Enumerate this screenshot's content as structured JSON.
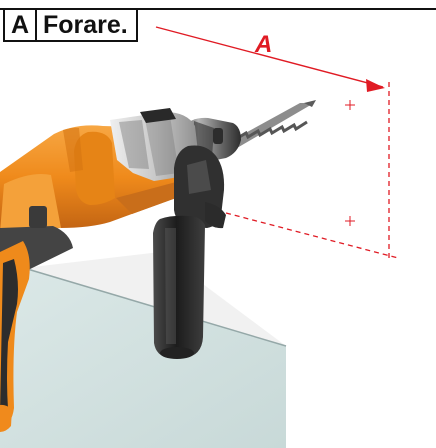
{
  "header": {
    "section_letter": "A",
    "title": "Forare."
  },
  "diagram": {
    "dimension_label": "A",
    "accent_color": "#e01b24",
    "body_color": "#f08a1c",
    "dark_color": "#2a2a2a"
  }
}
